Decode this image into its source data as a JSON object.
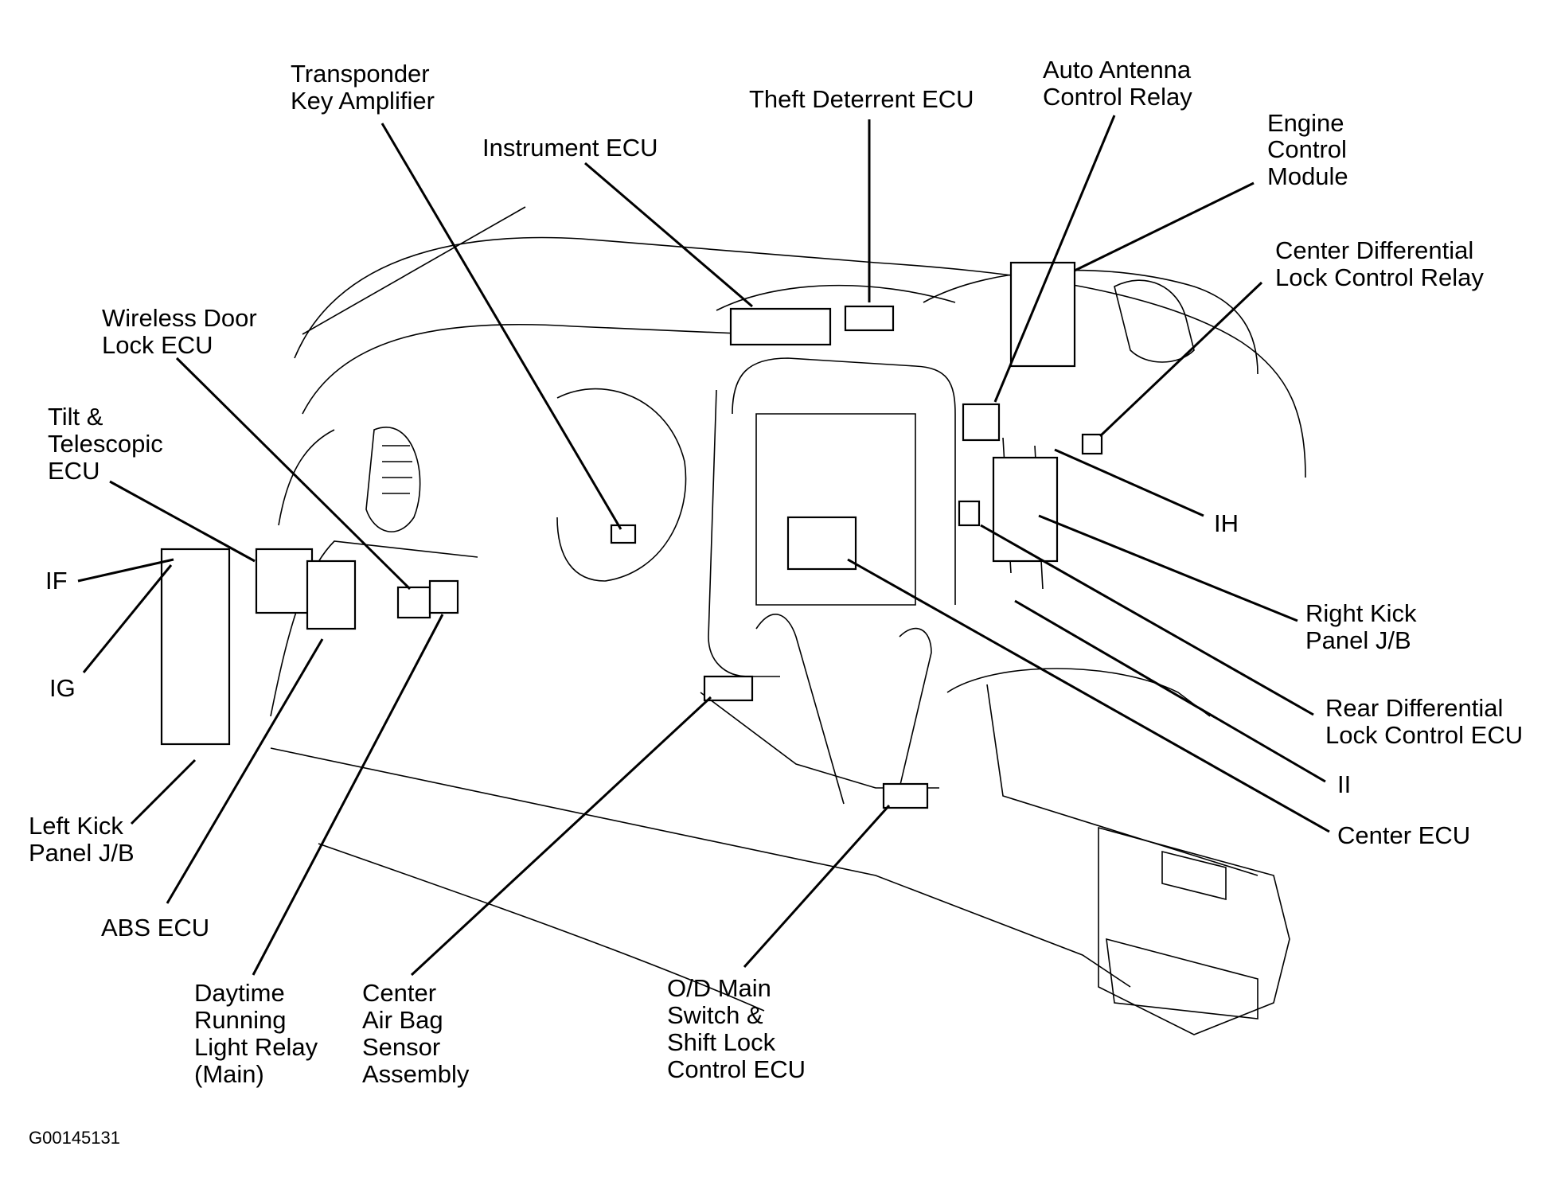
{
  "figure_code": "G00145131",
  "labels": {
    "transponder": [
      "Transponder",
      "Key Amplifier"
    ],
    "instrument_ecu": [
      "Instrument ECU"
    ],
    "theft_ecu": [
      "Theft Deterrent ECU"
    ],
    "auto_antenna": [
      "Auto Antenna",
      "Control Relay"
    ],
    "ecm": [
      "Engine",
      "Control",
      "Module"
    ],
    "center_diff_relay": [
      "Center Differential",
      "Lock Control Relay"
    ],
    "wireless_door": [
      "Wireless Door",
      "Lock ECU"
    ],
    "tilt_tele": [
      "Tilt &",
      "Telescopic",
      "ECU"
    ],
    "if": [
      "IF"
    ],
    "ig": [
      "IG"
    ],
    "ih": [
      "IH"
    ],
    "right_kick": [
      "Right Kick",
      "Panel J/B"
    ],
    "rear_diff": [
      "Rear Differential",
      "Lock Control ECU"
    ],
    "ii": [
      "II"
    ],
    "center_ecu": [
      "Center ECU"
    ],
    "left_kick": [
      "Left Kick",
      "Panel J/B"
    ],
    "abs_ecu": [
      "ABS ECU"
    ],
    "drl_relay": [
      "Daytime",
      "Running",
      "Light Relay",
      "(Main)"
    ],
    "airbag": [
      "Center",
      "Air Bag",
      "Sensor",
      "Assembly"
    ],
    "od_main": [
      "O/D Main",
      "Switch &",
      "Shift Lock",
      "Control ECU"
    ]
  }
}
